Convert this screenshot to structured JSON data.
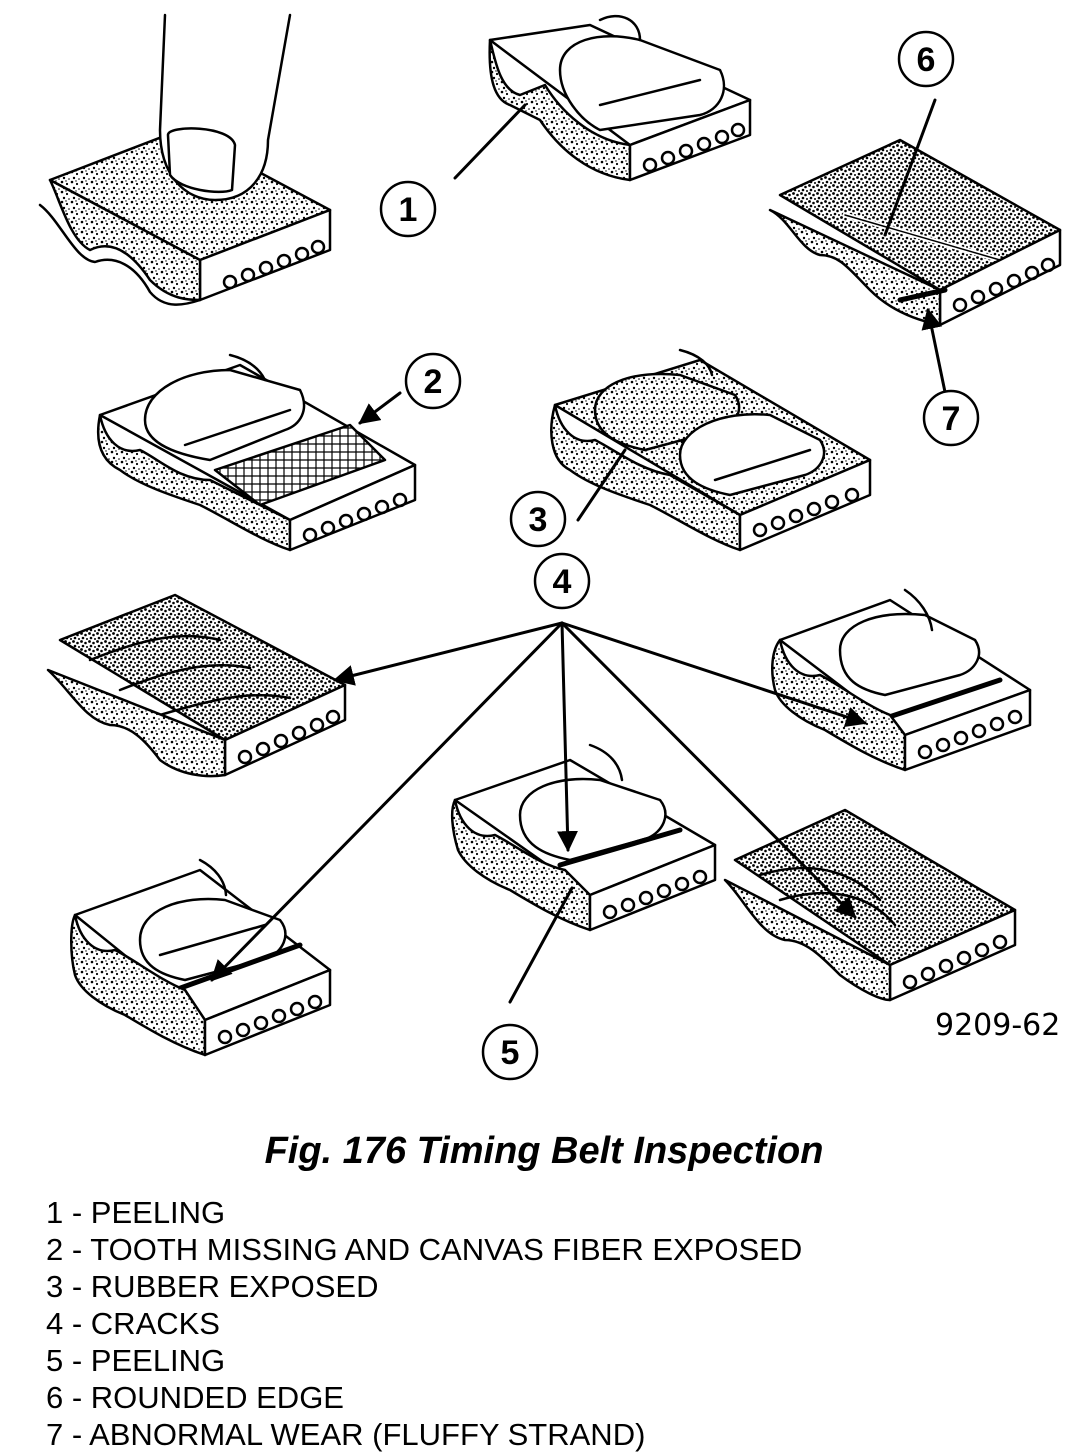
{
  "figure": {
    "code": "9209-62",
    "caption": "Fig. 176 Timing Belt Inspection",
    "callouts": [
      "1",
      "2",
      "3",
      "4",
      "5",
      "6",
      "7"
    ]
  },
  "legend": [
    "1 - PEELING",
    "2 - TOOTH MISSING AND CANVAS FIBER EXPOSED",
    "3 - RUBBER EXPOSED",
    "4 - CRACKS",
    "5 - PEELING",
    "6 - ROUNDED EDGE",
    "7 - ABNORMAL WEAR (FLUFFY STRAND)"
  ],
  "colors": {
    "ink": "#000000",
    "paper": "#ffffff"
  }
}
